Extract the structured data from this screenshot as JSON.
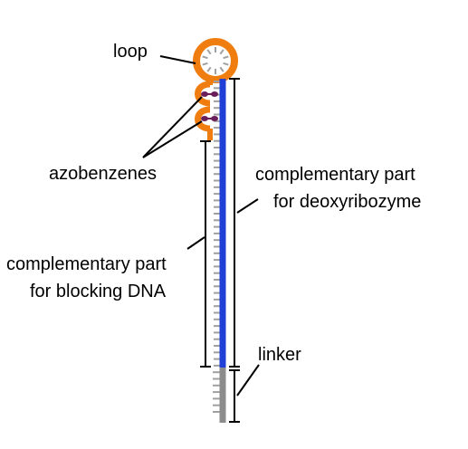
{
  "labels": {
    "loop": "loop",
    "azobenzenes": "azobenzenes",
    "deoxyribozyme_line1": "complementary part",
    "deoxyribozyme_line2": "for deoxyribozyme",
    "blocking_line1": "complementary part",
    "blocking_line2": "for blocking DNA",
    "linker": "linker"
  },
  "colors": {
    "loop_strand": "#f07d10",
    "complementary_strand": "#1f3fd6",
    "linker_strand": "#8c8c8c",
    "azobenzene": "#6b1f5a",
    "rungs": "#a0a0a0",
    "brackets": "#000000"
  }
}
